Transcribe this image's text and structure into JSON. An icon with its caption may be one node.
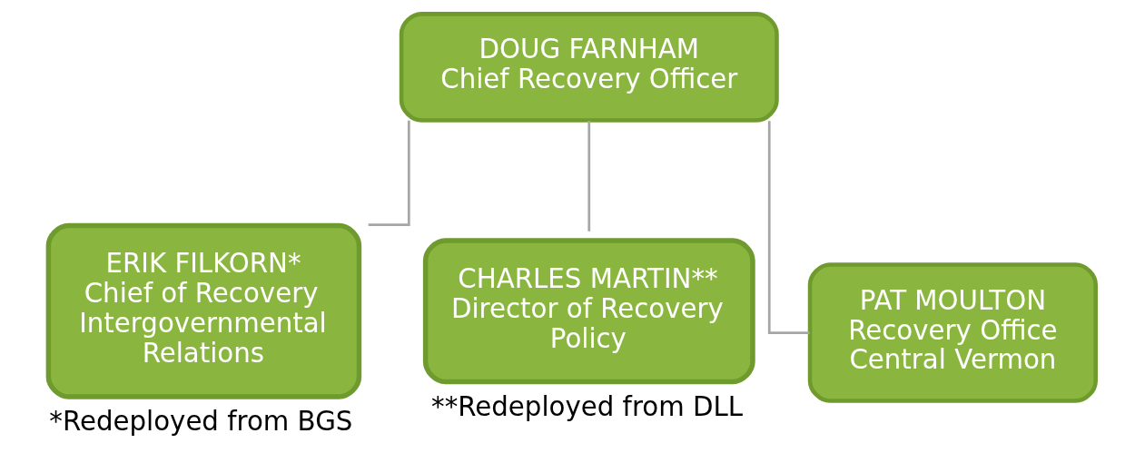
{
  "diagram": {
    "nodes": [
      {
        "text": [
          "DOUG FARNHAM",
          "Chief Recovery Officer"
        ]
      },
      {
        "text": [
          "ERIK FILKORN*",
          "Chief of Recovery Intergovernmental Relations"
        ],
        "beside": [
          "*Redeployed from BGS"
        ]
      },
      {
        "text": [
          "CHARLES MARTIN**",
          "Director of Recovery Policy"
        ],
        "beside": [
          "**Redeployed from DLL"
        ]
      },
      {
        "text": [
          "PAT MOULTON",
          "Recovery Office",
          "Central Vermon"
        ]
      }
    ],
    "edges": [
      {
        "from": 0,
        "to": 1,
        "arrow": "none",
        "color": "#a6a6a6"
      },
      {
        "from": 0,
        "to": 2,
        "arrow": "none",
        "color": "#a6a6a6"
      },
      {
        "from": 0,
        "to": 3,
        "arrow": "none",
        "color": "#a6a6a6"
      }
    ]
  }
}
